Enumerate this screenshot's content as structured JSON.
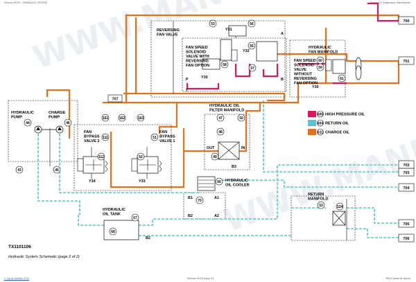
{
  "header": {
    "left": "Section 9025 - HYDRAULIC SYSTEM",
    "right": "Group 15: Diagnostic Information"
  },
  "footer": {
    "link": "← Go to Section TOC",
    "center": "Section 9025 page 31",
    "right": "TM13 (date of issue)"
  },
  "diagram": {
    "figure_id": "TX1101106",
    "caption": "Hydraulic System Schematic (page 2 of 2)",
    "legend": [
      {
        "num": "600",
        "label": "HIGH PRESSURE OIL",
        "color": "#d9185e"
      },
      {
        "num": "604",
        "label": "RETURN OIL",
        "color": "#57c5cf"
      },
      {
        "num": "611",
        "label": "CHARGE OIL",
        "color": "#e3701c"
      }
    ],
    "labels": {
      "reversing_fan_valve": [
        "REVERSING",
        "FAN VALVE"
      ],
      "fan_speed_reversing": [
        "FAN SPEED",
        "SOLENOID",
        "VALVE WITH",
        "REVERSING",
        "FAN OPTION"
      ],
      "fan_speed_no_reversing": [
        "FAN SPEED",
        "SOLENOID",
        "VALVE",
        "WITHOUT",
        "REVERSING",
        "FAN OPTION"
      ],
      "hydraulic_fan_manifold": [
        "HYDRAULIC",
        "FAN MANIFOLD"
      ],
      "hydraulic_pump": [
        "HYDRAULIC",
        "PUMP"
      ],
      "charge_pump": [
        "CHARGE",
        "PUMP"
      ],
      "fan_bypass_2": [
        "FAN",
        "BYPASS",
        "VALVE 2"
      ],
      "fan_bypass_1": [
        "FAN",
        "BYPASS",
        "VALVE 1"
      ],
      "filter_manifold": [
        "HYDRAULIC OIL",
        "FILTER MANIFOLD"
      ],
      "oil_cooler": [
        "HYDRAULIC",
        "OIL COOLER"
      ],
      "oil_tank": [
        "HYDRAULIC",
        "OIL TANK"
      ],
      "return_manifold": [
        "RETURN",
        "MANIFOLD"
      ]
    },
    "connectors": [
      "700",
      "701",
      "702",
      "703",
      "704",
      "705",
      "706",
      "707"
    ],
    "callouts": {
      "c53": "53",
      "c56": "56",
      "c55": "55",
      "c58": "58",
      "c59": "59",
      "c60": "60",
      "c57": "57",
      "c61": "61",
      "c44": "44",
      "c46": "46",
      "c43": "43",
      "c45": "45",
      "c161": "161",
      "c162": "162",
      "c163": "163",
      "c111": "111",
      "c51": "51",
      "c112": "112",
      "c52": "52",
      "c47": "47",
      "c48": "48",
      "c50": "50",
      "c49": "49",
      "c66": "66",
      "c70": "70",
      "c68": "68",
      "c67": "67",
      "c124": "124",
      "c53b": "53"
    },
    "tags": {
      "y31": "Y31",
      "y32": "Y32",
      "y30a": "Y30",
      "y30b": "Y30",
      "y34": "Y34",
      "y33": "Y33",
      "b3": "B3",
      "b2": "B2",
      "out": "OUT",
      "in": "IN",
      "pa": "A",
      "pb": "B",
      "pp": "P",
      "pt": "T",
      "b1": "B1",
      "a1": "A1",
      "b2p": "B2",
      "a2": "A2"
    },
    "watermark": "WWW.MANUAL"
  }
}
